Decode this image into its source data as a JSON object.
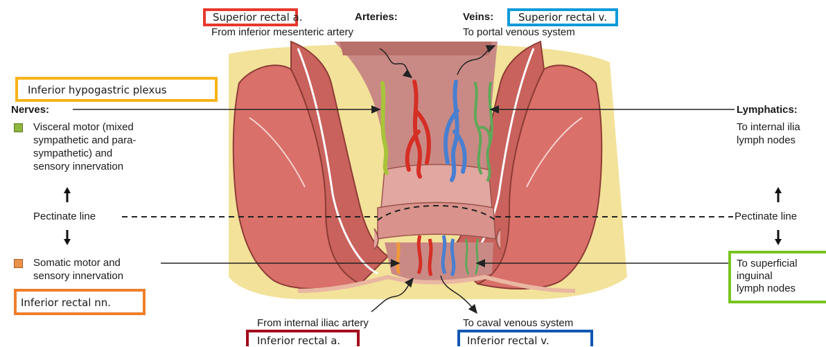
{
  "colors": {
    "red_box": "#e8392c",
    "blue_box": "#0f9ad9",
    "yellow_box": "#f7b416",
    "orange_box": "#f07f2a",
    "green_box": "#7ac41f",
    "dark_red_box": "#a30c1d",
    "dark_blue_box": "#1257b3",
    "visceral_swatch": "#8fb63e",
    "somatic_swatch": "#e9924a"
  },
  "top": {
    "superior_rectal_a": "Superior rectal a.",
    "arteries": "Arteries:",
    "veins": "Veins:",
    "superior_rectal_v": "Superior rectal v.",
    "from_ima": "From inferior mesenteric artery",
    "to_portal": "To portal venous system"
  },
  "left": {
    "hypogastric_box": "Inferior hypogastric plexus",
    "nerves": "Nerves:",
    "visceral_motor": [
      "Visceral motor (mixed",
      "sympathetic and para-",
      "sympathetic) and",
      "sensory innervation"
    ],
    "pectinate": "Pectinate line",
    "somatic_motor": [
      "Somatic motor and",
      "sensory innervation"
    ],
    "inferior_rectal_nn": "Inferior rectal nn."
  },
  "right": {
    "lymphatics": "Lymphatics:",
    "to_internal_iliac": [
      "To internal ilia",
      "lymph nodes"
    ],
    "pectinate": "Pectinate line",
    "to_superficial": [
      "To superficial",
      "inguinal",
      "lymph nodes"
    ]
  },
  "bottom": {
    "from_internal_iliac": "From internal iliac artery",
    "to_caval": "To caval venous system",
    "inferior_rectal_a": "Inferior rectal a.",
    "inferior_rectal_v": "Inferior rectal v."
  }
}
